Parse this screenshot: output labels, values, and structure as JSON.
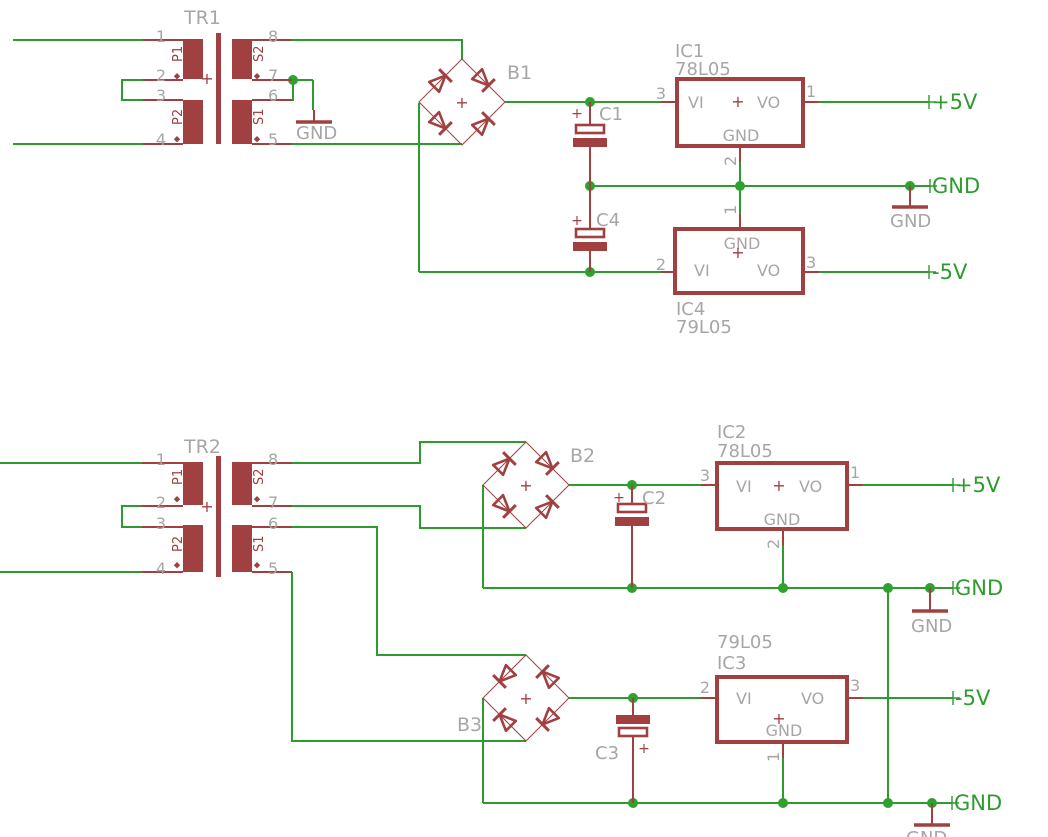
{
  "schematic_colors": {
    "net_green": "#2E9B2E",
    "symbol_red": "#A04040",
    "label_gray": "#A6A6A6",
    "background": "#FFFFFF"
  },
  "nets": {
    "plus5v": "+5V",
    "minus5v": "-5V",
    "gnd": "GND"
  },
  "gnd_symbol_label": "GND",
  "regulator_labels": {
    "vi": "VI",
    "vo": "VO",
    "gnd": "GND",
    "plus": "+"
  },
  "windings": {
    "p1": "P1",
    "p2": "P2",
    "s1": "S1",
    "s2": "S2"
  },
  "pins": {
    "1": "1",
    "2": "2",
    "3": "3",
    "4": "4",
    "5": "5",
    "6": "6",
    "7": "7",
    "8": "8"
  },
  "components": {
    "tr1": {
      "ref": "TR1"
    },
    "tr2": {
      "ref": "TR2"
    },
    "b1": {
      "ref": "B1"
    },
    "b2": {
      "ref": "B2"
    },
    "b3": {
      "ref": "B3"
    },
    "c1": {
      "ref": "C1"
    },
    "c2": {
      "ref": "C2"
    },
    "c3": {
      "ref": "C3"
    },
    "c4": {
      "ref": "C4"
    },
    "ic1": {
      "ref": "IC1",
      "value": "78L05"
    },
    "ic2": {
      "ref": "IC2",
      "value": "78L05"
    },
    "ic3": {
      "ref": "IC3",
      "value": "79L05"
    },
    "ic4": {
      "ref": "IC4",
      "value": "79L05"
    }
  }
}
